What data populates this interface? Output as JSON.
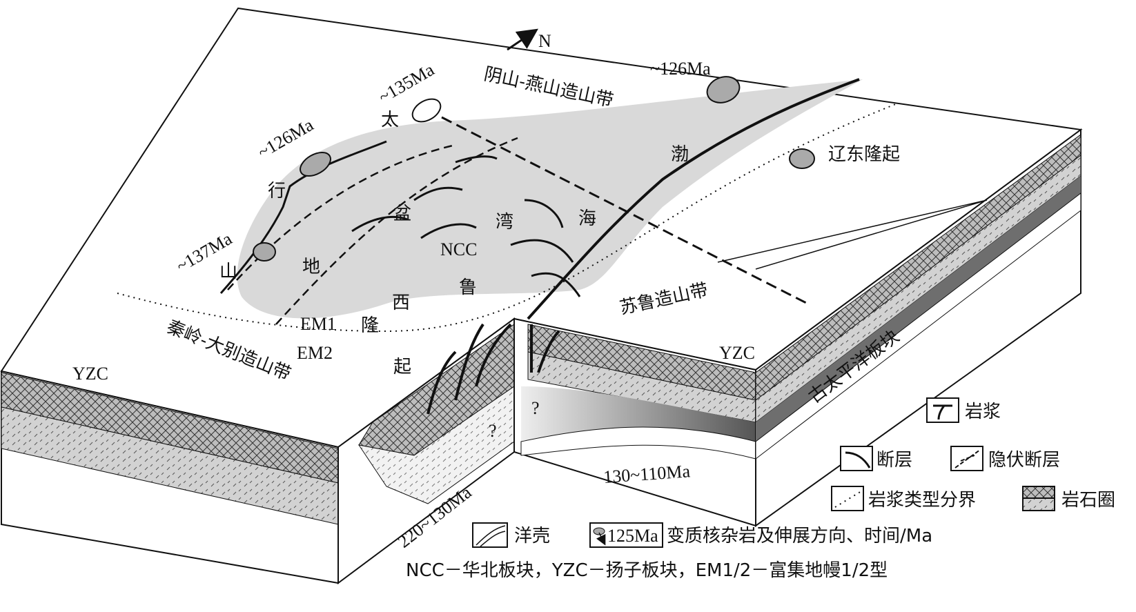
{
  "diagram": {
    "north": "N",
    "labels": {
      "yinshan": "阴山-燕山造山带",
      "age_135": "~135Ma",
      "age_126_left": "~126Ma",
      "age_126_right": "~126Ma",
      "age_137": "~137Ma",
      "tai": "太",
      "xing": "行",
      "shan": "山",
      "pen": "盆",
      "di": "地",
      "wan": "湾",
      "bo": "渤",
      "hai": "海",
      "ncc": "NCC",
      "liaodong": "辽东隆起",
      "xi": "西",
      "lu": "鲁",
      "long": "隆",
      "qi": "起",
      "em1": "EM1",
      "em2": "EM2",
      "qinling": "秦岭-大别造山带",
      "yzc_left": "YZC",
      "yzc_right": "YZC",
      "sulu": "苏鲁造山带",
      "pacific": "古太平洋板块",
      "q1": "?",
      "q2": "?",
      "age_220_130": "220~130Ma",
      "age_130_110": "130~110Ma"
    }
  },
  "legend": {
    "magma": "岩浆",
    "fault": "断层",
    "hidden_fault": "隐伏断层",
    "magma_boundary": "岩浆类型分界",
    "lithosphere": "岩石圈",
    "oceanic_crust": "洋壳",
    "core_complex_sample": "125Ma",
    "core_complex": "变质核杂岩及伸展方向、时间/Ma",
    "note": "NCC－华北板块，YZC－扬子板块，EM1/2－富集地幔1/2型"
  },
  "colors": {
    "basin": "#d9d9d9",
    "mantle": "#c8c8c8",
    "slab": "#6e6e6e",
    "line": "#111111"
  }
}
